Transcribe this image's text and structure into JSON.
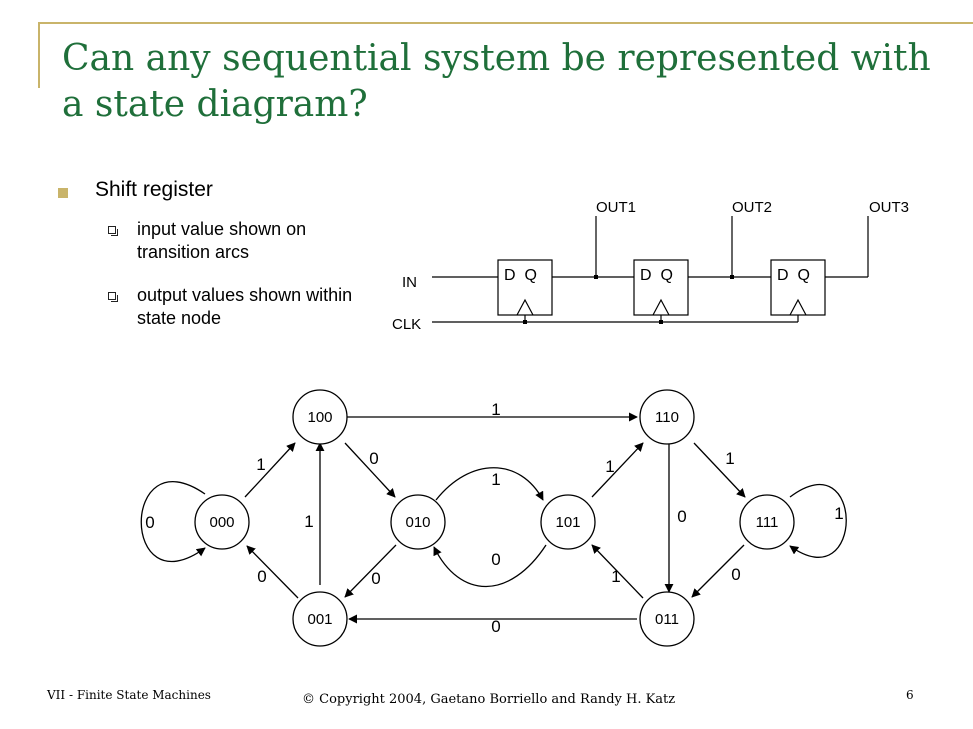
{
  "slide": {
    "title": "Can any sequential system be represented with a state diagram?",
    "bullet": "Shift register",
    "subs": [
      "input value shown on transition arcs",
      "output values shown within state node"
    ]
  },
  "circuit": {
    "in_label": "IN",
    "clk_label": "CLK",
    "flipflop_label": "D  Q",
    "outputs": [
      "OUT1",
      "OUT2",
      "OUT3"
    ]
  },
  "states": {
    "s000": "000",
    "s001": "001",
    "s010": "010",
    "s011": "011",
    "s100": "100",
    "s101": "101",
    "s110": "110",
    "s111": "111"
  },
  "arc_labels": {
    "self_000": "0",
    "a000_100": "1",
    "a001_000": "0",
    "a001_100": "1",
    "a100_010": "0",
    "a100_110": "1",
    "a010_001": "0",
    "a010_101": "1",
    "a101_010": "0",
    "a101_110": "1",
    "a011_101": "1",
    "a011_001": "0",
    "a110_011": "0",
    "a110_111": "1",
    "a111_011": "0",
    "self_111": "1"
  },
  "footer": {
    "left": "VII - Finite State Machines",
    "center": "© Copyright 2004, Gaetano Borriello and Randy H. Katz",
    "page": "6"
  }
}
